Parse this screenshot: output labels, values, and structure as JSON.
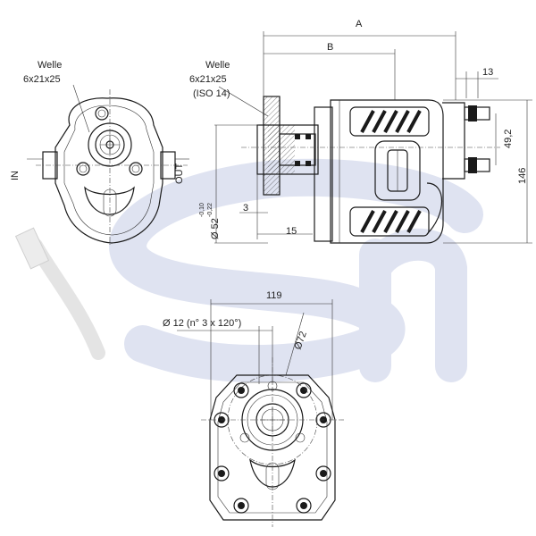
{
  "front_view": {
    "shaft_label": {
      "line1": "Welle",
      "line2": "6x21x25"
    },
    "in_port": "IN",
    "out_port": "OUT"
  },
  "side_view": {
    "shaft_label": {
      "line1": "Welle",
      "line2": "6x21x25",
      "line3": "(ISO 14)"
    }
  },
  "dimensions": {
    "A": "A",
    "B": "B",
    "d13": "13",
    "d49_2": "49,2",
    "d146": "146",
    "d52": "Ø 52",
    "d52_tol_upper": "-0,10",
    "d52_tol_lower": "-0,22",
    "d3": "3",
    "d15": "15",
    "d119": "119",
    "d12_holes": "Ø 12 (n° 3 x 120°)",
    "d72": "Ø72"
  },
  "colors": {
    "watermark_blue": "#dfe3f1",
    "line": "#1a1a1a",
    "background": "#ffffff"
  }
}
